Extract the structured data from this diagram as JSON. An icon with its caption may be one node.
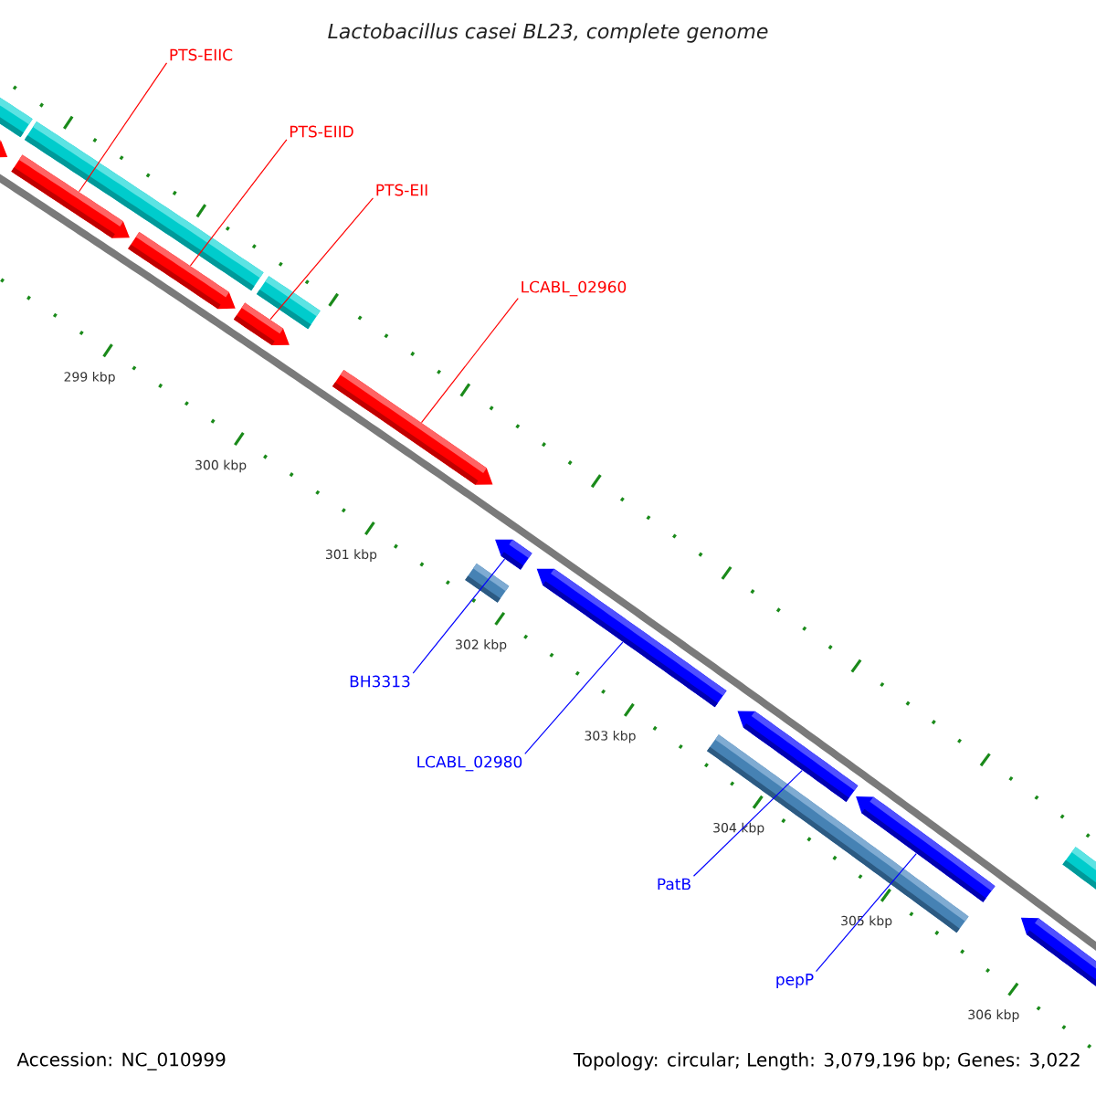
{
  "diagram": {
    "title": "Lactobacillus casei BL23, complete genome",
    "nodes": [
      {
        "text": [
          "PTS-EIIC"
        ]
      },
      {
        "text": [
          "PTS-EIID"
        ]
      },
      {
        "text": [
          "PTS-EII"
        ]
      },
      {
        "text": [
          "LCABL_02960"
        ]
      },
      {
        "text": [
          "BH3313"
        ]
      },
      {
        "text": [
          "LCABL_02980"
        ]
      },
      {
        "text": [
          "PatB"
        ]
      },
      {
        "text": [
          "pepP"
        ]
      },
      {
        "text": [],
        "shape": "bar"
      },
      {
        "text": [],
        "shape": "arrow"
      },
      {
        "text": [],
        "shape": "bar"
      },
      {
        "text": [],
        "shape": "arrow"
      },
      {
        "text": [],
        "shape": "arrow"
      },
      {
        "text": [],
        "shape": "arrow"
      },
      {
        "text": [],
        "shape": "bar"
      },
      {
        "text": [],
        "shape": "arrow"
      },
      {
        "text": [],
        "shape": "bar"
      },
      {
        "text": [],
        "shape": "arrow"
      },
      {
        "text": [],
        "shape": "arrow"
      },
      {
        "text": [],
        "shape": "bar"
      },
      {
        "text": [],
        "shape": "arrow"
      },
      {
        "text": [],
        "shape": "arrow"
      },
      {
        "text": [],
        "shape": "arrow"
      },
      {
        "text": [],
        "shape": "bar"
      }
    ],
    "edges": [
      {
        "from": 0,
        "to": 11,
        "arrow": "none"
      },
      {
        "from": 1,
        "to": 12,
        "arrow": "none"
      },
      {
        "from": 2,
        "to": 13,
        "arrow": "none"
      },
      {
        "from": 3,
        "to": 15,
        "arrow": "none"
      },
      {
        "from": 4,
        "to": 17,
        "arrow": "none",
        "color": "#0000ff"
      },
      {
        "from": 5,
        "to": 18,
        "arrow": "none",
        "color": "#0000ff"
      },
      {
        "from": 6,
        "to": 20,
        "arrow": "none",
        "color": "#0000ff"
      },
      {
        "from": 7,
        "to": 21,
        "arrow": "none",
        "color": "#0000ff"
      }
    ],
    "labels": [
      "299 kbp",
      "300 kbp",
      "301 kbp",
      "302 kbp",
      "303 kbp",
      "304 kbp",
      "305 kbp",
      "306 kbp",
      "Accession: NC_010999",
      "Topology: circular; Length: 3,079,196 bp; Genes: 3,022"
    ]
  }
}
